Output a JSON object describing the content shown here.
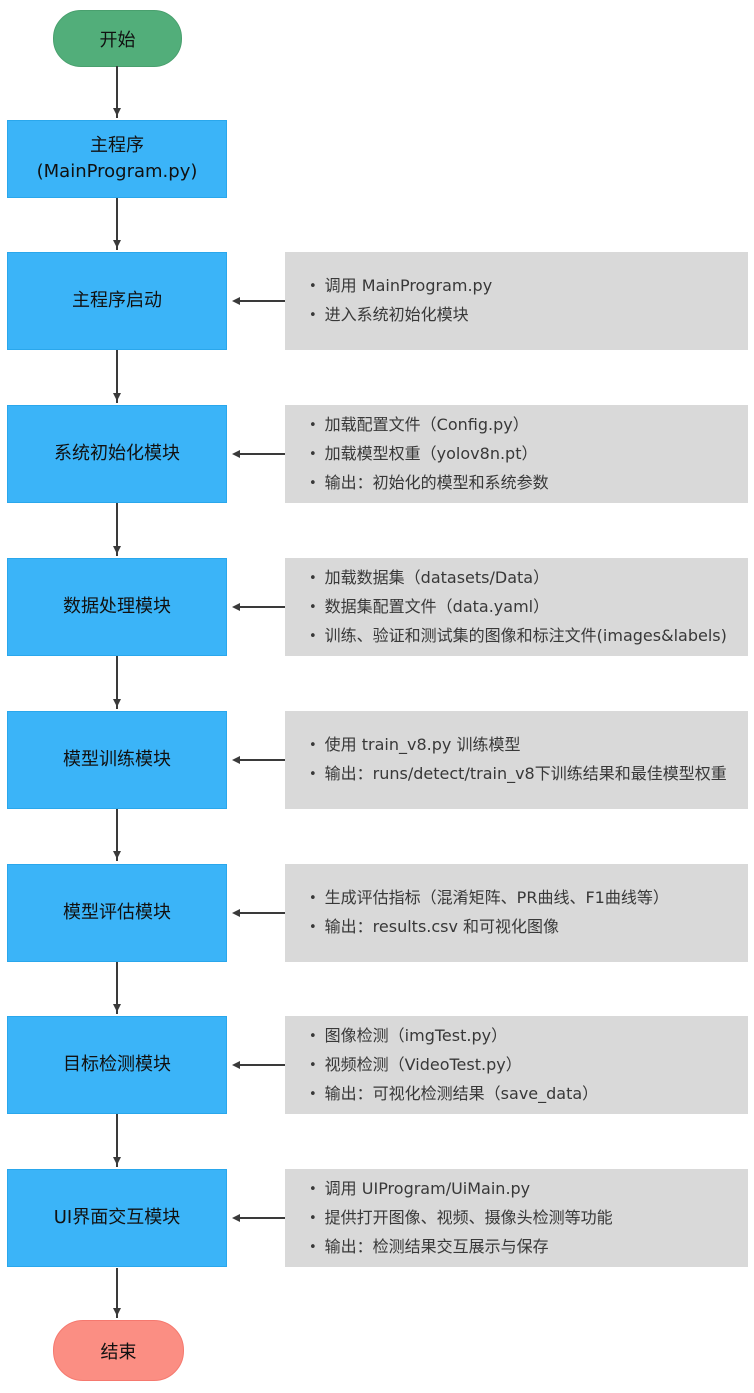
{
  "flow": {
    "start_label": "开始",
    "end_label": "结束",
    "main_title": "主程序",
    "main_subtitle": "(MainProgram.py)",
    "nodes": [
      {
        "title": "主程序启动",
        "notes": [
          "调用 MainProgram.py",
          "进入系统初始化模块"
        ]
      },
      {
        "title": "系统初始化模块",
        "notes": [
          "加载配置文件（Config.py）",
          "加载模型权重（yolov8n.pt）",
          "输出：初始化的模型和系统参数"
        ]
      },
      {
        "title": "数据处理模块",
        "notes": [
          "加载数据集（datasets/Data）",
          "数据集配置文件（data.yaml）",
          "训练、验证和测试集的图像和标注文件(images&labels)"
        ]
      },
      {
        "title": "模型训练模块",
        "notes": [
          "使用 train_v8.py 训练模型",
          "输出：runs/detect/train_v8下训练结果和最佳模型权重"
        ]
      },
      {
        "title": "模型评估模块",
        "notes": [
          "生成评估指标（混淆矩阵、PR曲线、F1曲线等）",
          "输出：results.csv 和可视化图像"
        ]
      },
      {
        "title": "目标检测模块",
        "notes": [
          "图像检测（imgTest.py）",
          "视频检测（VideoTest.py）",
          "输出：可视化检测结果（save_data）"
        ]
      },
      {
        "title": "UI界面交互模块",
        "notes": [
          "调用 UIProgram/UiMain.py",
          "提供打开图像、视频、摄像头检测等功能",
          "输出：检测结果交互展示与保存"
        ]
      }
    ]
  },
  "colors": {
    "process_fill": "#3BB4F8",
    "start_fill": "#52AE7A",
    "end_fill": "#FB8E83",
    "note_fill": "#D9D9D9",
    "arrow": "#3A3A3A"
  }
}
